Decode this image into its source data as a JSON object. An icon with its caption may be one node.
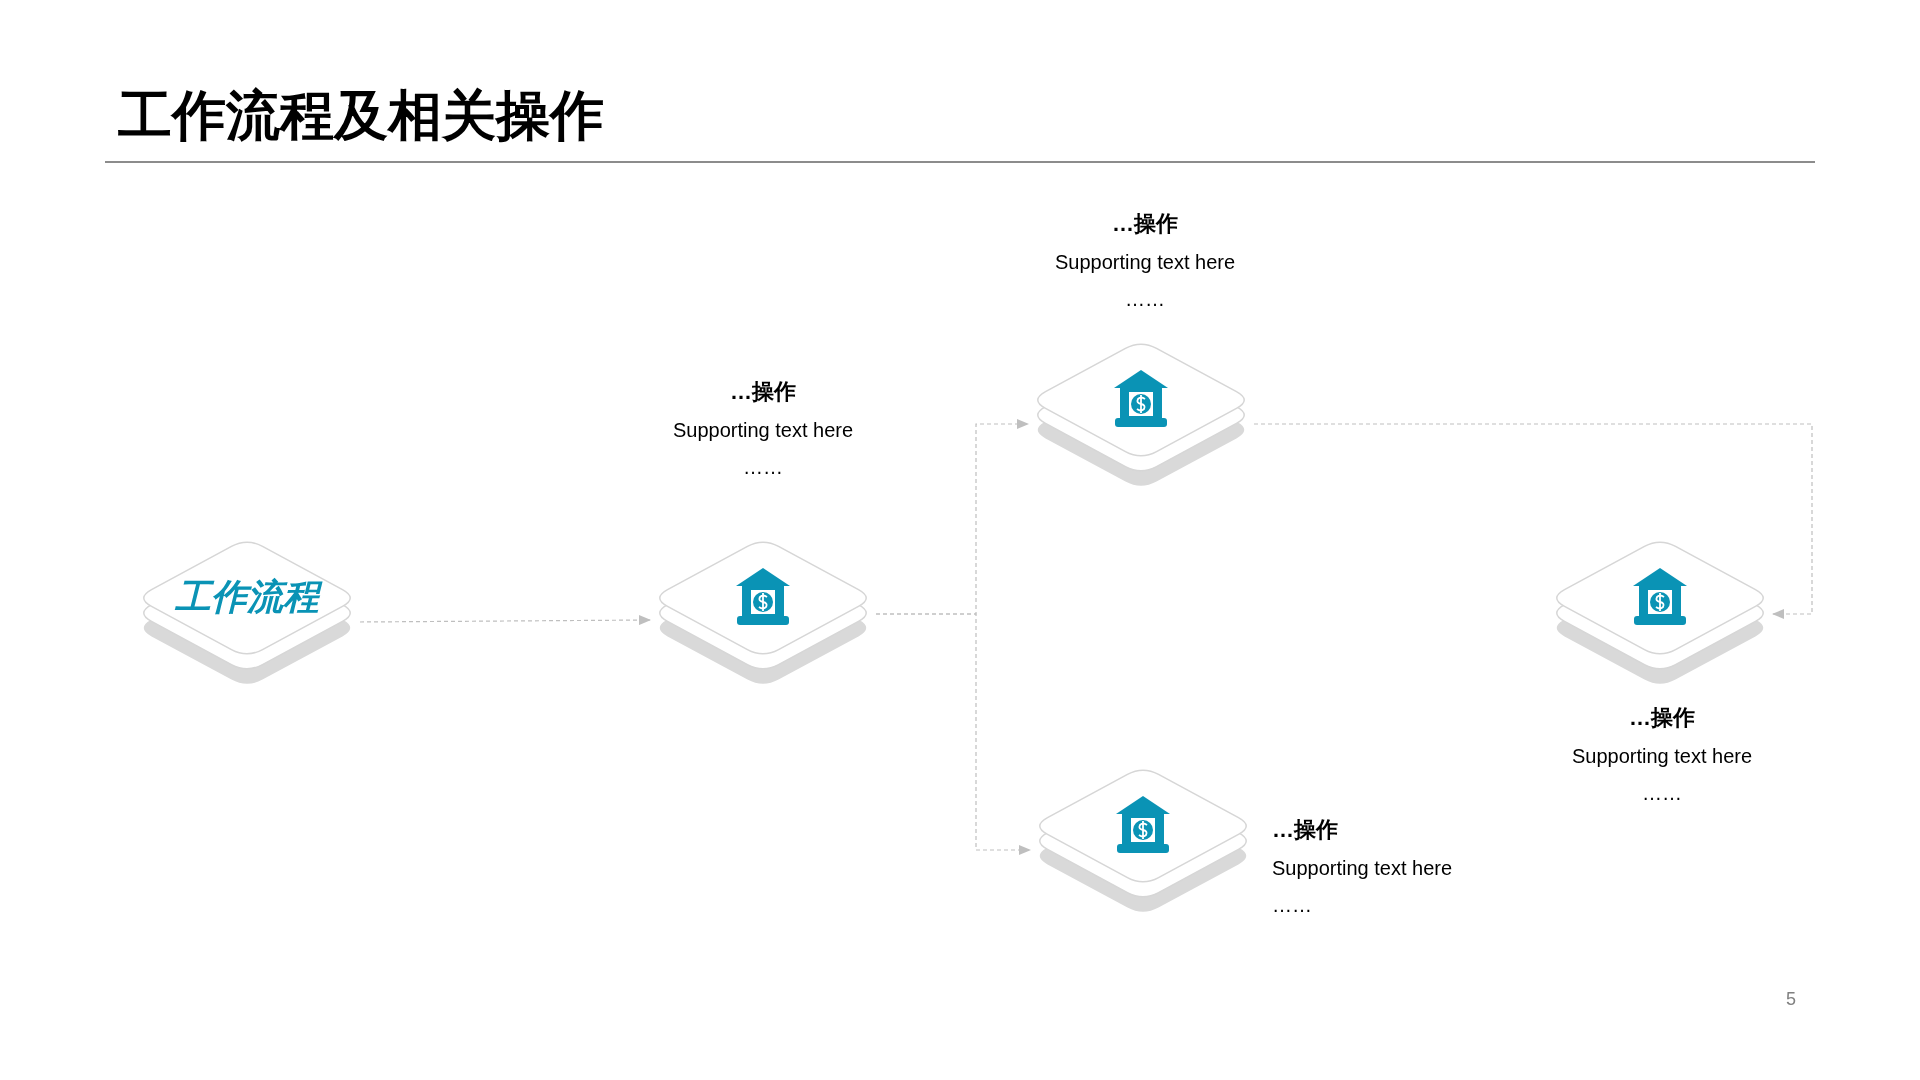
{
  "diagram": {
    "title": "工作流程及相关操作",
    "nodes": [
      {
        "text": [
          "工作流程"
        ]
      },
      {
        "text": [],
        "shape": "diamond",
        "beside": [
          "…操作",
          "Supporting text here",
          "……"
        ]
      },
      {
        "text": [],
        "shape": "diamond",
        "beside": [
          "…操作",
          "Supporting text here",
          "……"
        ]
      },
      {
        "text": [],
        "shape": "diamond",
        "beside": [
          "…操作",
          "Supporting text here",
          "……"
        ]
      },
      {
        "text": [],
        "shape": "diamond",
        "beside": [
          "…操作",
          "Supporting text here",
          "……"
        ]
      }
    ],
    "edges": [
      {
        "from": 0,
        "to": 1,
        "arrow": "to",
        "style": "dashed"
      },
      {
        "from": 1,
        "to": 2,
        "arrow": "to",
        "style": "dashed"
      },
      {
        "from": 1,
        "to": 3,
        "arrow": "to",
        "style": "dashed"
      },
      {
        "from": 2,
        "to": 4,
        "arrow": "to",
        "style": "dashed"
      }
    ],
    "labels": [
      "5"
    ]
  }
}
